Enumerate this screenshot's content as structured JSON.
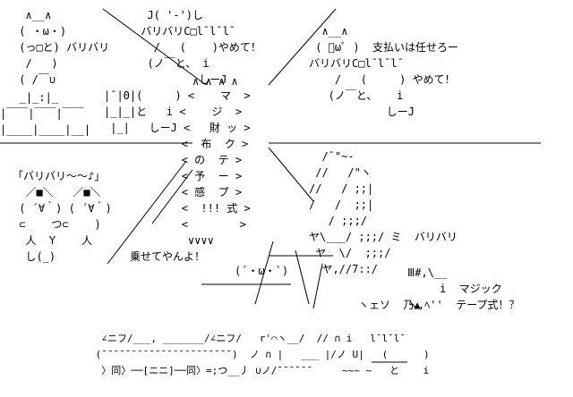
{
  "background": "#ffffff",
  "ink": "#000000",
  "art": {
    "cat_left": {
      "lines": [
        "  ∧__∧",
        " ( ・ω・)",
        " (っ□と) バリバリ",
        "  /   )",
        " ( /￣∪"
      ]
    },
    "boxes_left": {
      "lines": [
        "   _|_:|_",
        "|￣￣|￣￣|￣￣",
        "|____|____|__|"
      ]
    },
    "cat_top": {
      "lines": [
        "  J( '-')し",
        " バリバリC□l¯l¯l¯",
        "   /   (    )やめて！",
        "  (ノ￣と、 i",
        "          しーJ"
      ]
    },
    "cat_right_top": {
      "lines": [
        "  ∧__∧",
        " ( ﾟωﾟ )  支払いは任せろー",
        "バリバリC□l¯l¯l¯",
        "    /   (     ) やめて！",
        "   (ノ￣と、   i",
        "            しーJ"
      ]
    },
    "wallet_center": {
      "lines": [
        "|¯|Θ|(     ) <    マ  >",
        "|_|_|と   i <    ジ  >",
        " |_|   しーJ <   財 ッ >",
        "            <  布  ク >",
        "            < の  テ >",
        "            < 予  ー >",
        "            < 感  プ >",
        "            <  !!! 式 >",
        "            <        >",
        "             ∨∨∨∨"
      ]
    },
    "top_arrows": "∧ ∧ ∧ ∧",
    "music_cats": {
      "lines": [
        "「バリバリ～～♪」",
        "  ／■＼   ／■＼",
        " ( ´∀｀) ( ´∀｀)",
        " ⊂    つ⊂    )",
        "  人  Y    人",
        "  し(_)"
      ]
    },
    "shout": "乗せてやんよ！",
    "main_cat": "(´・ω・`)",
    "tape_roll": {
      "lines": [
        "  /¯\"~-",
        " //   /\"ヽ",
        "//   / ;;|",
        "/   /  ;;|",
        "   / ;;;/",
        "ヤ\\___/ ;;;/ ミ  バリバリ",
        " ヤ  \\/  ;;;/",
        "  ヤ,//7::/"
      ]
    },
    "magic_tape": {
      "lines": [
        "Ⅲ#,\\__",
        "     i  マジック",
        "ヽ,ﾍ''  テープ式！？"
      ]
    },
    "bottom_marks": "ヽェソ  乃▲",
    "bottom_row": {
      "lines": [
        "  ∠ニフ/___, _______/∠ニフ/   r'⌒ヽ__/  // ∩ i   l¯l¯l¯",
        " (¯¯¯¯¯¯¯¯¯¯¯¯¯¯¯¯¯¯¯¯¯¯)  ノ ∩ |   ___ |/ノ U|   (      )",
        "  〉同〉──[ニニ]──同〉=;つ__丿 ∪ノ/¯¯¯¯¯¯     ~~~ ~   と    i"
      ]
    }
  }
}
